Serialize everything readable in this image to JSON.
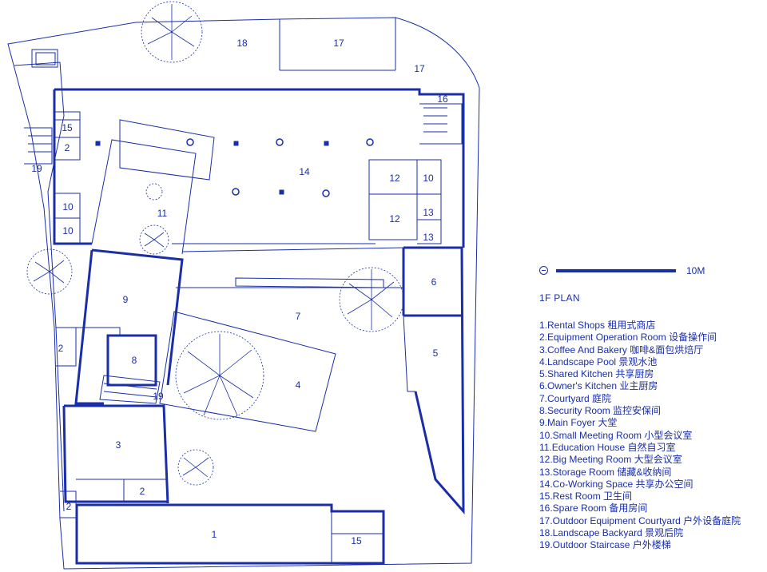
{
  "plan": {
    "title": "1F PLAN",
    "scale_label": "10M",
    "legend": [
      "1.Rental Shops 租用式商店",
      "2.Equipment Operation Room 设备操作间",
      "3.Coffee And Bakery 咖啡&面包烘焙厅",
      "4.Landscape Pool  景观水池",
      "5.Shared Kitchen 共享厨房",
      "6.Owner's Kitchen 业主厨房",
      "7.Courtyard 庭院",
      "8.Security Room 监控安保间",
      "9.Main Foyer 大堂",
      "10.Small Meeting Room 小型会议室",
      "11.Education House 自然自习室",
      "12.Big Meeting Room 大型会议室",
      "13.Storage Room 储藏&收纳间",
      "14.Co-Working Space 共享办公空间",
      "15.Rest Room 卫生间",
      "16.Spare Room 备用房间",
      "17.Outdoor Equipment Courtyard 户外设备庭院",
      "18.Landscape Backyard 景观后院",
      "19.Outdoor Staircase  户外楼梯"
    ],
    "room_numbers": {
      "r1": "1",
      "r2a": "2",
      "r2b": "2",
      "r2c": "2",
      "r2d": "2",
      "r3": "3",
      "r4": "4",
      "r5": "5",
      "r6": "6",
      "r7": "7",
      "r8": "8",
      "r9": "9",
      "r10a": "10",
      "r10b": "10",
      "r10c": "10",
      "r11": "11",
      "r12a": "12",
      "r12b": "12",
      "r13a": "13",
      "r13b": "13",
      "r14": "14",
      "r15a": "15",
      "r15b": "15",
      "r16": "16",
      "r17a": "17",
      "r17b": "17",
      "r18": "18",
      "r19a": "19",
      "r19b": "19"
    },
    "colors": {
      "ink": "#1a2ea8",
      "paper": "#ffffff"
    }
  }
}
